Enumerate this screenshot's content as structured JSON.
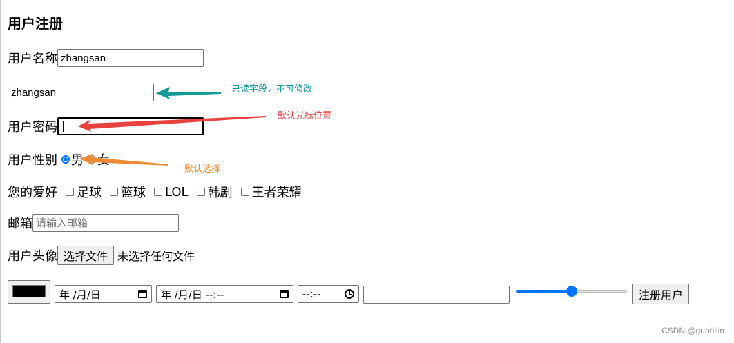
{
  "form": {
    "title": "用户注册",
    "username_label": "用户名称",
    "username_value": "zhangsan",
    "readonly_value": "zhangsan",
    "password_label": "用户密码",
    "password_value": "",
    "gender_label": "用户性别",
    "gender_options": [
      {
        "label": "男",
        "checked": true
      },
      {
        "label": "女",
        "checked": false
      }
    ],
    "hobby_label": "您的爱好",
    "hobby_options": [
      "足球",
      "篮球",
      "LOL",
      "韩剧",
      "王者荣耀"
    ],
    "email_label": "邮箱",
    "email_placeholder": "请输入邮箱",
    "avatar_label": "用户头像",
    "file_button_label": "选择文件",
    "file_status": "未选择任何文件",
    "color_value": "#000000",
    "date_placeholder": "年 /月/日",
    "datetime_placeholder": "年 /月/日 --:--",
    "time_placeholder": "--:--",
    "range_value_fraction": 0.5,
    "submit_label": "注册用户"
  },
  "annotations": {
    "readonly_note": "只读字段，不可修改",
    "readonly_color": "#129a98",
    "cursor_note": "默认光标位置",
    "cursor_color": "#e8413f",
    "default_note": "默认选择",
    "default_color": "#ee8a35"
  },
  "watermark": "CSDN @guohilin",
  "icons": [
    "calendar-icon",
    "clock-icon"
  ]
}
